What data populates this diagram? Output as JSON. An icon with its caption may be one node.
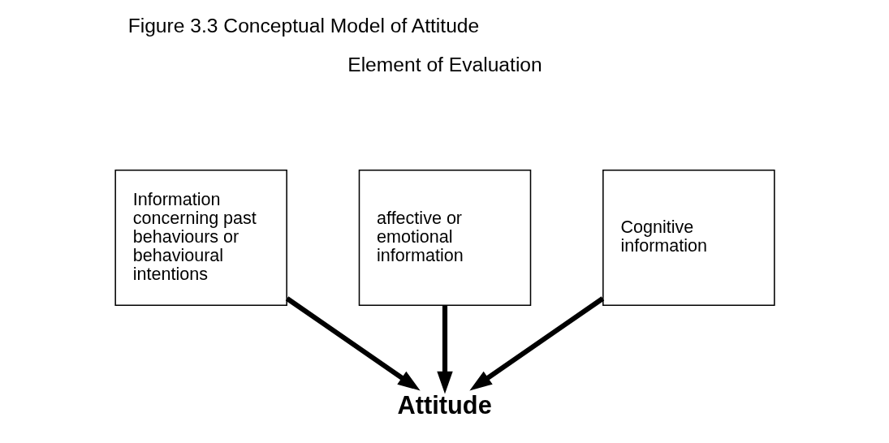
{
  "diagram": {
    "title": "Figure 3.3 Conceptual Model of Attitude",
    "nodes": [
      {
        "text": [
          "Information concerning past behaviours or behavioural intentions"
        ]
      },
      {
        "text": [
          "affective or emotional information"
        ]
      },
      {
        "text": [
          "Cognitive information"
        ]
      },
      {
        "text": [
          "Attitude"
        ]
      }
    ],
    "edges": [
      {
        "from": 0,
        "to": 3,
        "arrow": "to"
      },
      {
        "from": 1,
        "to": 3,
        "arrow": "to"
      },
      {
        "from": 2,
        "to": 3,
        "arrow": "to"
      }
    ],
    "labels": [
      "Element of Evaluation"
    ]
  }
}
